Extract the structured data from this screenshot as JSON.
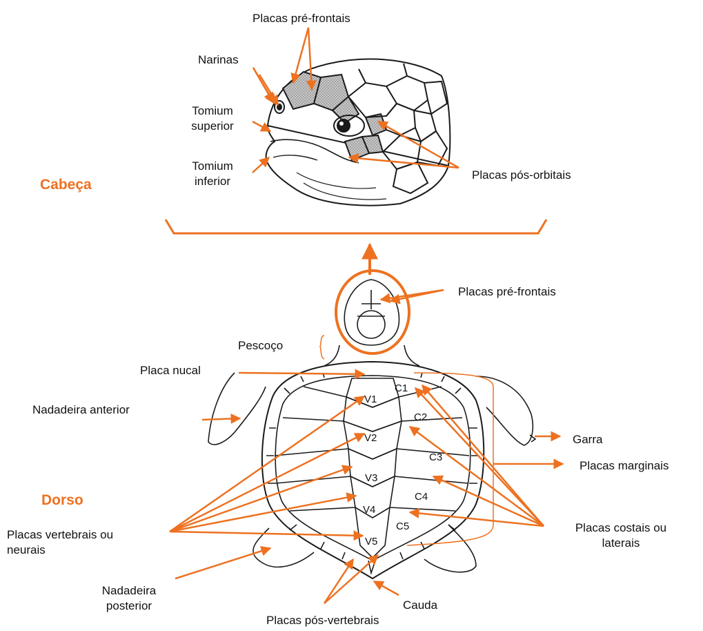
{
  "colors": {
    "accent": "#ED7120",
    "ink": "#1a1a1a"
  },
  "sections": {
    "head": "Cabeça",
    "back": "Dorso"
  },
  "labels": {
    "pre_frontal_top": "Placas pré-frontais",
    "narinas": "Narinas",
    "tomium_sup_1": "Tomium",
    "tomium_sup_2": "superior",
    "tomium_inf_1": "Tomium",
    "tomium_inf_2": "inferior",
    "pos_orbitais": "Placas pós-orbitais",
    "pre_frontal_body": "Placas pré-frontais",
    "pescoco": "Pescoço",
    "nucal": "Placa nucal",
    "nadadeira_anterior": "Nadadeira anterior",
    "garra": "Garra",
    "marginais": "Placas marginais",
    "costais_1": "Placas costais ou",
    "costais_2": "laterais",
    "vertebrais_1": "Placas vertebrais ou",
    "vertebrais_2": "neurais",
    "nadadeira_post_1": "Nadadeira",
    "nadadeira_post_2": "posterior",
    "cauda": "Cauda",
    "pos_vertebrais": "Placas pós-vertebrais"
  },
  "vertebral_scutes": [
    "V1",
    "V2",
    "V3",
    "V4",
    "V5"
  ],
  "costal_scutes": [
    "C1",
    "C2",
    "C3",
    "C4",
    "C5"
  ]
}
